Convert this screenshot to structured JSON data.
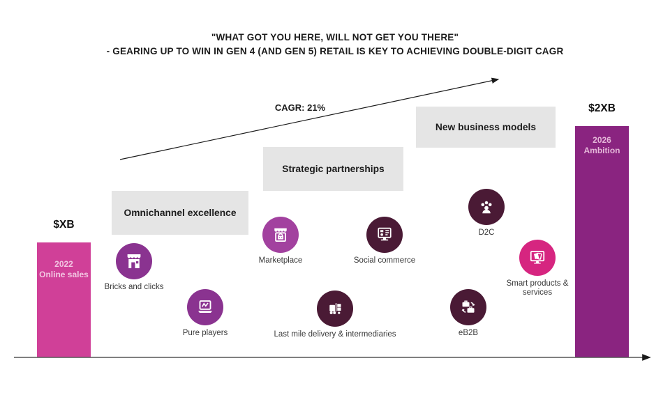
{
  "title": {
    "line1": "\"WHAT GOT YOU HERE, WILL NOT GET YOU THERE\"",
    "line2": "- GEARING UP TO WIN IN GEN 4 (AND GEN 5) RETAIL IS KEY TO ACHIEVING DOUBLE-DIGIT CAGR"
  },
  "growth": {
    "cagr_label": "CAGR: 21%"
  },
  "bars": {
    "start": {
      "value": "$XB",
      "year": "2022",
      "caption": "Online sales",
      "color": "#d04098"
    },
    "end": {
      "value": "$2XB",
      "year": "2026",
      "caption": "Ambition",
      "color": "#8a2480"
    }
  },
  "phases": [
    {
      "label": "Omnichannel excellence"
    },
    {
      "label": "Strategic partnerships"
    },
    {
      "label": "New business models"
    }
  ],
  "items": [
    {
      "label": "Bricks and clicks",
      "icon": "store-icon",
      "color": "#8a3390"
    },
    {
      "label": "Pure players",
      "icon": "laptop-icon",
      "color": "#8a3390"
    },
    {
      "label": "Marketplace",
      "icon": "marketplace-icon",
      "color": "#a2419f"
    },
    {
      "label": "Social commerce",
      "icon": "monitor-social-icon",
      "color": "#4a1a35"
    },
    {
      "label": "Last mile delivery & intermediaries",
      "icon": "forklift-icon",
      "color": "#4a1a35"
    },
    {
      "label": "D2C",
      "icon": "person-network-icon",
      "color": "#4a1a35"
    },
    {
      "label": "eB2B",
      "icon": "briefcase-exchange-icon",
      "color": "#4a1a35"
    },
    {
      "label": "Smart products & services",
      "icon": "monitor-cards-icon",
      "color": "#d62580"
    }
  ],
  "colors": {
    "phase_box_bg": "#e5e5e5",
    "axis": "#1a1a1a",
    "arrow": "#1a1a1a"
  }
}
